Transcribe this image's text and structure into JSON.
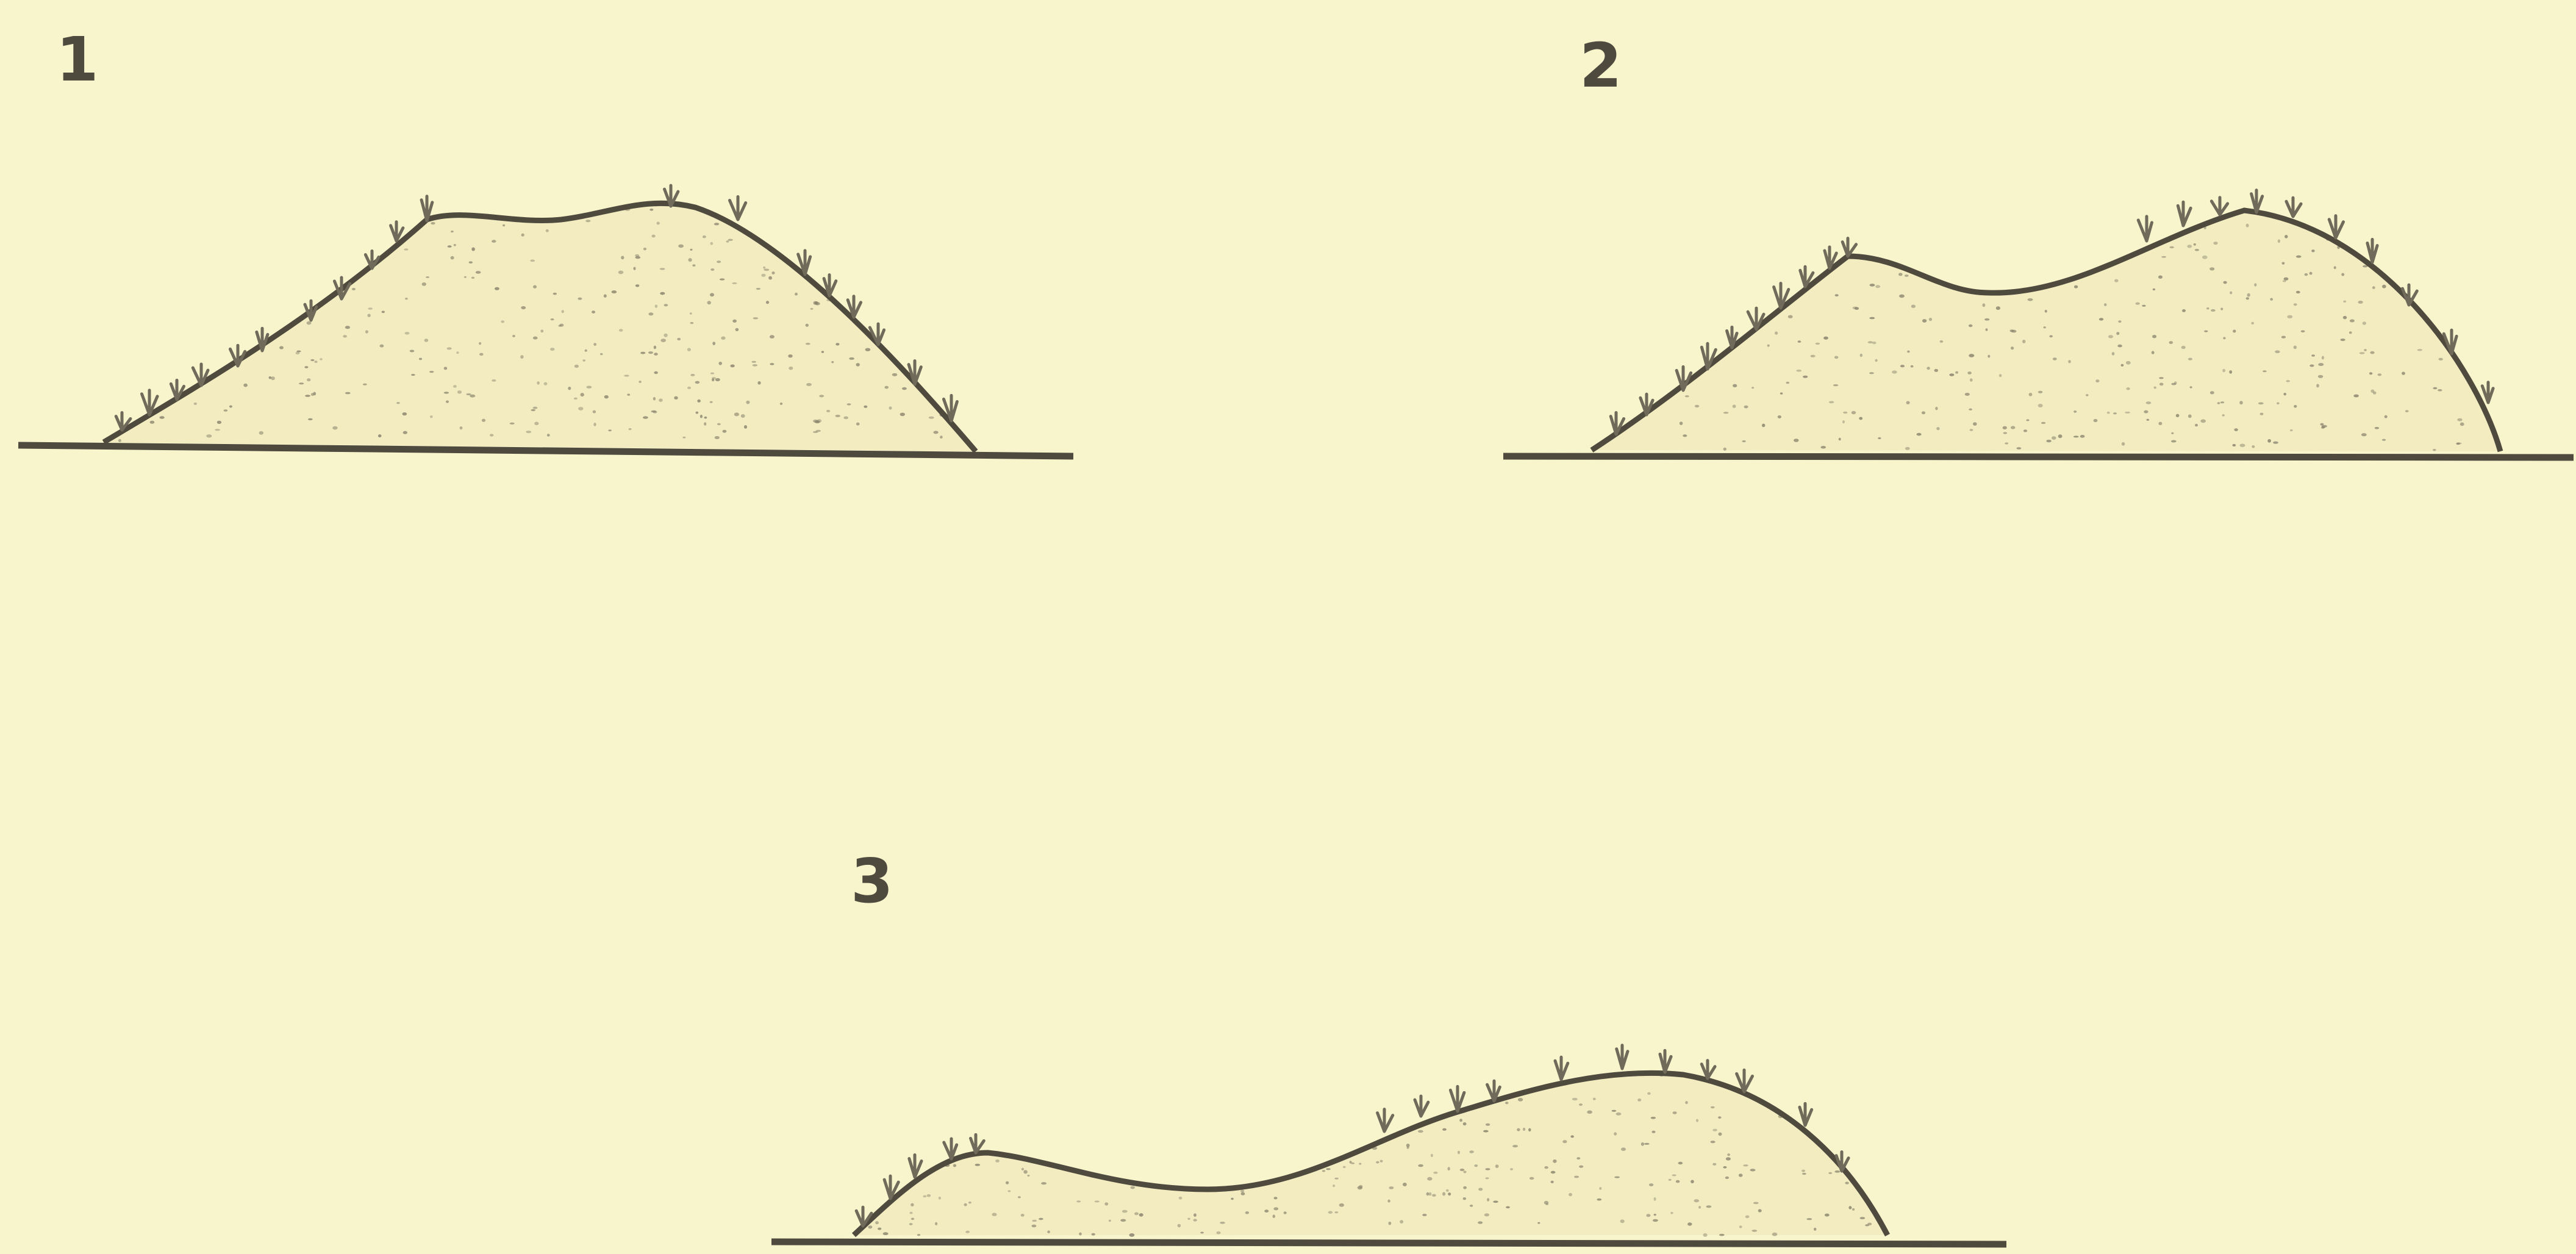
{
  "figures": [
    {
      "label": "1"
    },
    {
      "label": "2"
    },
    {
      "label": "3"
    }
  ],
  "colors": {
    "paper": "#f8f4cc",
    "ink": "#4f4a3e",
    "stipple": "#8a846e",
    "plant": "#6f6a5a"
  }
}
